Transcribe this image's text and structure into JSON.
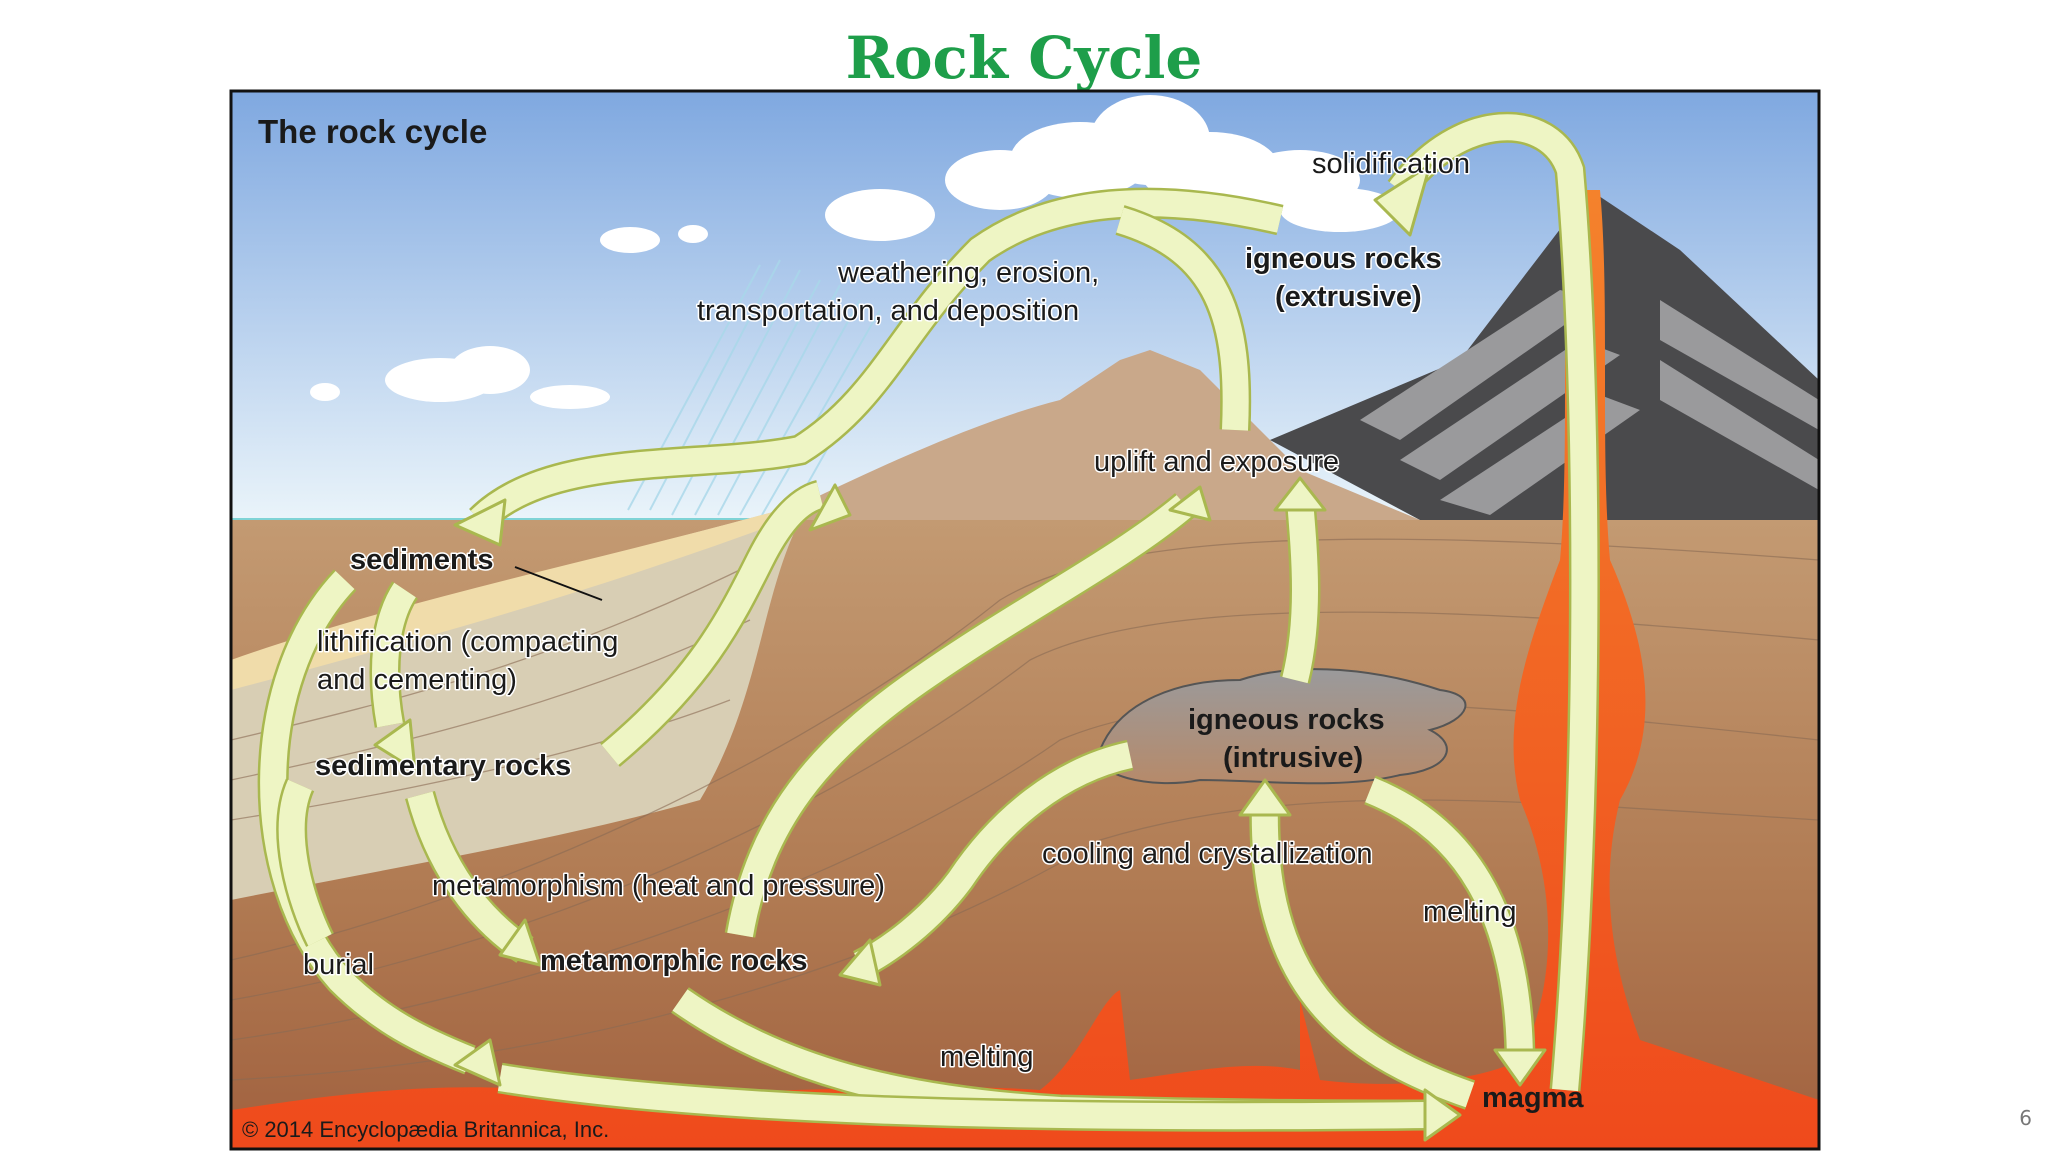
{
  "slide": {
    "title": "Rock Cycle",
    "page_number": "6"
  },
  "diagram": {
    "heading": "The rock cycle",
    "credit": "© 2014 Encyclopædia Britannica, Inc.",
    "labels": {
      "solidification": "solidification",
      "igneous_extrusive_1": "igneous rocks",
      "igneous_extrusive_2": "(extrusive)",
      "weathering_1": "weathering, erosion,",
      "weathering_2": "transportation, and deposition",
      "uplift": "uplift and exposure",
      "sediments": "sediments",
      "lithification_1": "lithification (compacting",
      "lithification_2": "and cementing)",
      "sedimentary_rocks": "sedimentary rocks",
      "igneous_intrusive_1": "igneous rocks",
      "igneous_intrusive_2": "(intrusive)",
      "cooling": "cooling and crystallization",
      "metamorphism": "metamorphism (heat and pressure)",
      "melting_right": "melting",
      "burial": "burial",
      "metamorphic_rocks": "metamorphic rocks",
      "melting_bottom": "melting",
      "magma": "magma"
    },
    "colors": {
      "sky_top": "#7fa8e0",
      "sky_bottom": "#eaf4fa",
      "sea": "#7fd3d6",
      "ground": "#b07a52",
      "sediment_layers": "#d8ceb4",
      "magma": "#f15a22",
      "lava": "#f07a30",
      "volcano_dark": "#4a4a4c",
      "volcano_light": "#9a9a9c",
      "arrow_fill": "#eef5c4",
      "title_green": "#1e9e4a"
    }
  }
}
